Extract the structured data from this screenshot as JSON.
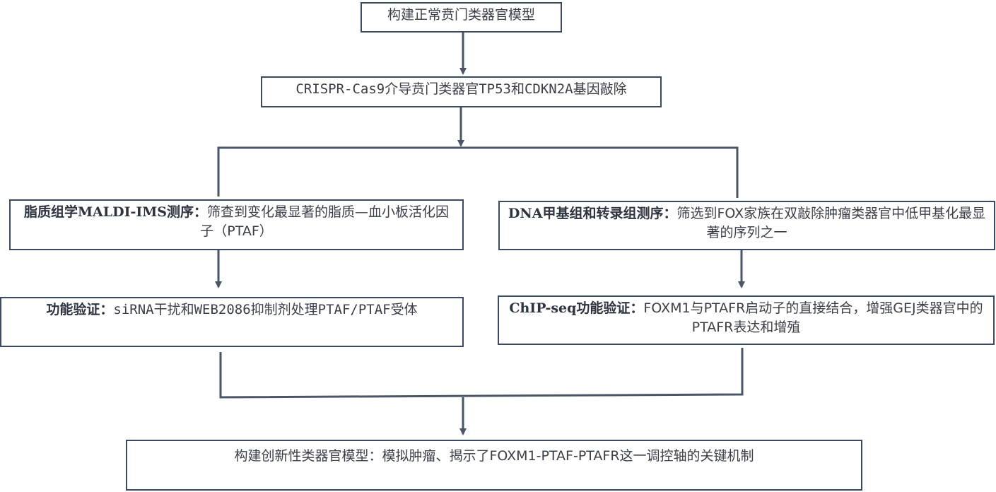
{
  "nodes": {
    "start": {
      "text": "构建正常贲门类器官模型"
    },
    "knockout": {
      "text": "CRISPR-Cas9介导贲门类器官TP53和CDKN2A基因敲除"
    },
    "lipid": {
      "heading": "脂质组学MALDI-IMS测序：",
      "text": "筛查到变化最显著的脂质—血小板活化因子（PTAF）"
    },
    "dna": {
      "heading": "DNA甲基组和转录组测序：",
      "text": "筛选到FOX家族在双敲除肿瘤类器官中低甲基化最显著的序列之一"
    },
    "func_left": {
      "heading": "功能验证：",
      "text": "siRNA干扰和WEB2086抑制剂处理PTAF/PTAF受体"
    },
    "func_right": {
      "heading": "ChIP-seq功能验证：",
      "text": "FOXM1与PTAFR启动子的直接结合，增强GEJ类器官中的PTAFR表达和增殖"
    },
    "final": {
      "text": "构建创新性类器官模型：模拟肿瘤、揭示了FOXM1-PTAF-PTAFR这一调控轴的关键机制"
    }
  },
  "colors": {
    "border": "#3b4a5e",
    "line": "#4a5566",
    "text": "#3a3f47"
  }
}
